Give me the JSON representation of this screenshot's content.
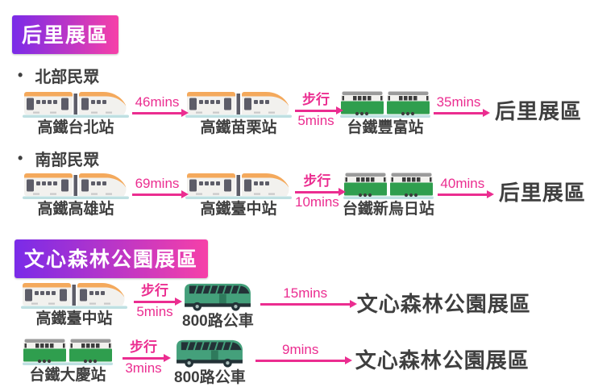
{
  "colors": {
    "accent_pink": "#EB2D90",
    "header_gradient_from": "#7A2BE8",
    "header_gradient_to": "#F640A8",
    "text_dark": "#3F3F3F",
    "hsr_orange": "#F4A95C",
    "tra_green": "#2F9E4E",
    "bus_green": "#44A07B",
    "track_teal": "#BFE0E2"
  },
  "icons": {
    "hsr": "hsr-train-icon",
    "tra": "tra-train-icon",
    "bus": "bus-icon",
    "arrow": "right-arrow-icon"
  },
  "section1": {
    "title": "后里展區"
  },
  "section2": {
    "title": "文心森林公園展區"
  },
  "row1": {
    "bullet": "北部民眾",
    "station1": "高鐵台北站",
    "time1": "46mins",
    "station2": "高鐵苗栗站",
    "walk_label": "步行",
    "walk_time": "5mins",
    "station3": "台鐵豐富站",
    "time2": "35mins",
    "destination": "后里展區"
  },
  "row2": {
    "bullet": "南部民眾",
    "station1": "高鐵高雄站",
    "time1": "69mins",
    "station2": "高鐵臺中站",
    "walk_label": "步行",
    "walk_time": "10mins",
    "station3": "台鐵新烏日站",
    "time2": "40mins",
    "destination": "后里展區"
  },
  "row3": {
    "station1": "高鐵臺中站",
    "walk_label": "步行",
    "walk_time": "5mins",
    "bus": "800路公車",
    "time1": "15mins",
    "destination": "文心森林公園展區"
  },
  "row4": {
    "station1": "台鐵大慶站",
    "walk_label": "步行",
    "walk_time": "3mins",
    "bus": "800路公車",
    "time1": "9mins",
    "destination": "文心森林公園展區"
  }
}
